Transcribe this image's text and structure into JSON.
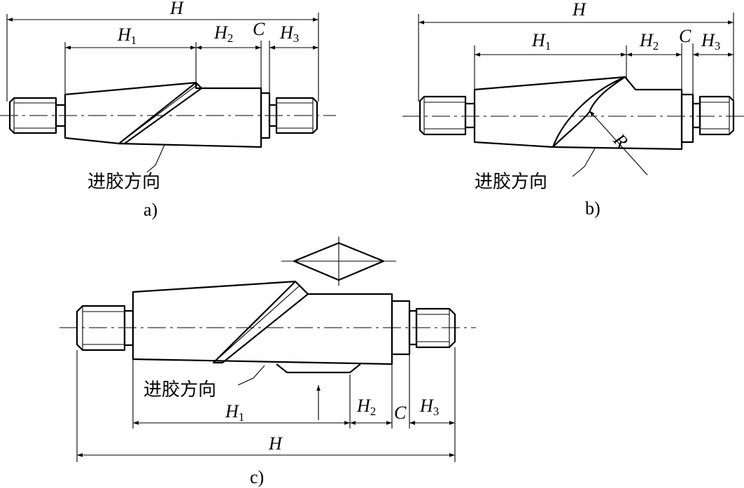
{
  "figure_a": {
    "caption": "a)",
    "labels": {
      "H": "H",
      "H1_main": "H",
      "H1_sub": "1",
      "H2_main": "H",
      "H2_sub": "2",
      "C": "C",
      "H3_main": "H",
      "H3_sub": "3"
    },
    "feed_direction": "进胶方向"
  },
  "figure_b": {
    "caption": "b)",
    "labels": {
      "H": "H",
      "H1_main": "H",
      "H1_sub": "1",
      "H2_main": "H",
      "H2_sub": "2",
      "C": "C",
      "H3_main": "H",
      "H3_sub": "3",
      "R": "R"
    },
    "feed_direction": "进胶方向"
  },
  "figure_c": {
    "caption": "c)",
    "labels": {
      "H": "H",
      "H1_main": "H",
      "H1_sub": "1",
      "H2_main": "H",
      "H2_sub": "2",
      "C": "C",
      "H3_main": "H",
      "H3_sub": "3"
    },
    "feed_direction": "进胶方向"
  }
}
